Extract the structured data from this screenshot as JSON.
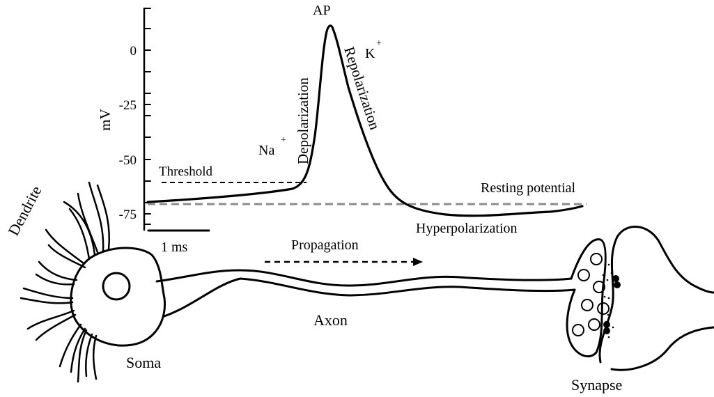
{
  "labels": {
    "ap": "AP",
    "k_ion": "K",
    "k_charge": "+",
    "na_ion": "Na",
    "na_charge": "+",
    "depolarization": "Depolarization",
    "repolarization": "Repolarization",
    "threshold": "Threshold",
    "resting_potential": "Resting potential",
    "hyperpolarization": "Hyperpolarization",
    "propagation": "Propagation",
    "axon": "Axon",
    "soma": "Soma",
    "dendrite": "Dendrite",
    "synapse": "Synapse",
    "scale_bar": "1 ms"
  },
  "axis": {
    "ylabel": "mV",
    "ticks": [
      "0",
      "-25",
      "-50",
      "-75"
    ],
    "ylim": [
      -80,
      20
    ]
  },
  "trace": {
    "threshold_mV": -60,
    "resting_mV": -70,
    "peak_mV": 12,
    "hyperpolarization_min_mV": -75
  },
  "colors": {
    "ink": "#000000",
    "resting_line": "#8c8c8c"
  }
}
